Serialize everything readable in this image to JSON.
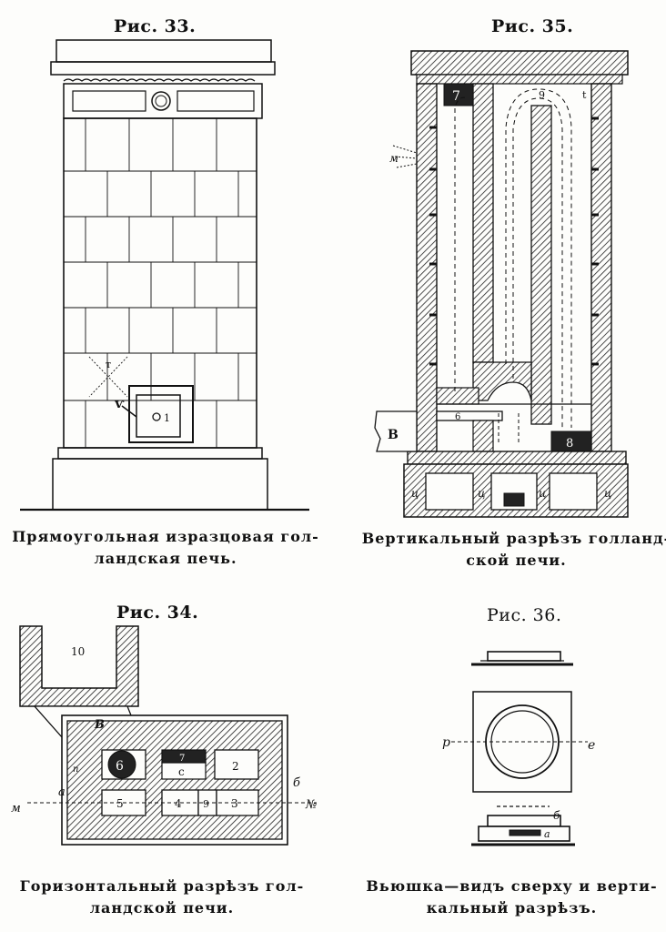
{
  "fig33": {
    "title": "Рис. 33.",
    "caption_line1": "Прямоугольная изразцовая гол-",
    "caption_line2": "ландская печь.",
    "labels": {
      "t": "т",
      "v": "ѵ",
      "one": "1"
    }
  },
  "fig35": {
    "title": "Рис. 35.",
    "caption_line1": "Вертикальный разрѣзъ голланд-",
    "caption_line2": "ской печи.",
    "labels": {
      "n7": "7",
      "n9": "9",
      "t": "t",
      "m": "м",
      "b": "В",
      "n6": "6",
      "n8": "8",
      "u1": "ц",
      "u2": "ц",
      "u3": "ц",
      "u4": "ц"
    }
  },
  "fig34": {
    "title": "Рис. 34.",
    "caption_line1": "Горизонтальный разрѣзъ гол-",
    "caption_line2": "ландской печи.",
    "labels": {
      "n10": "10",
      "b": "В",
      "n6": "6",
      "n7": "7",
      "c": "с",
      "n2": "2",
      "n5": "5",
      "n4": "4",
      "n9": "9",
      "n3": "3",
      "a": "а",
      "bb": "б",
      "m": "м",
      "no": "№",
      "n": "п"
    }
  },
  "fig36": {
    "title": "Рис. 36.",
    "caption_line1": "Вьюшка—видъ сверху и верти-",
    "caption_line2": "кальный разрѣзъ.",
    "labels": {
      "p": "р",
      "e": "е",
      "b": "б",
      "a": "а"
    }
  }
}
